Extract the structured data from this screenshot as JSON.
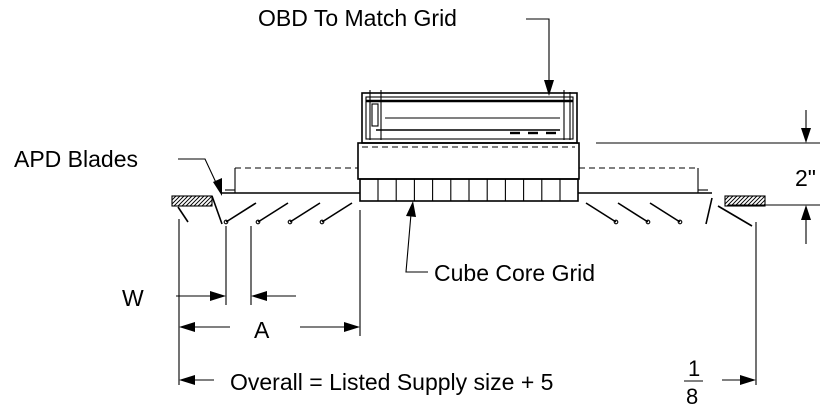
{
  "labels": {
    "obd": "OBD To Match Grid",
    "apd": "APD Blades",
    "cube_core": "Cube Core Grid",
    "neck_height": "2\"",
    "w": "W",
    "a": "A",
    "overall": "Overall  = Listed Supply size + 5",
    "frac_num": "1",
    "frac_den": "8"
  }
}
